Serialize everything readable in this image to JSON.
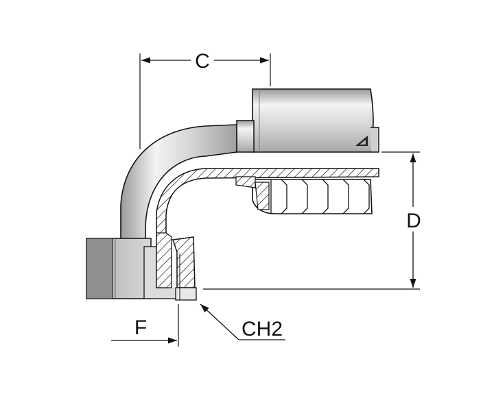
{
  "labels": {
    "c": "C",
    "d": "D",
    "f": "F",
    "ch2": "CH2"
  },
  "colors": {
    "metal_light": "#f2f2f2",
    "metal_mid": "#cfcfcf",
    "metal_dark": "#8a8a8a",
    "section_fill": "#ffffff",
    "line": "#111111"
  }
}
